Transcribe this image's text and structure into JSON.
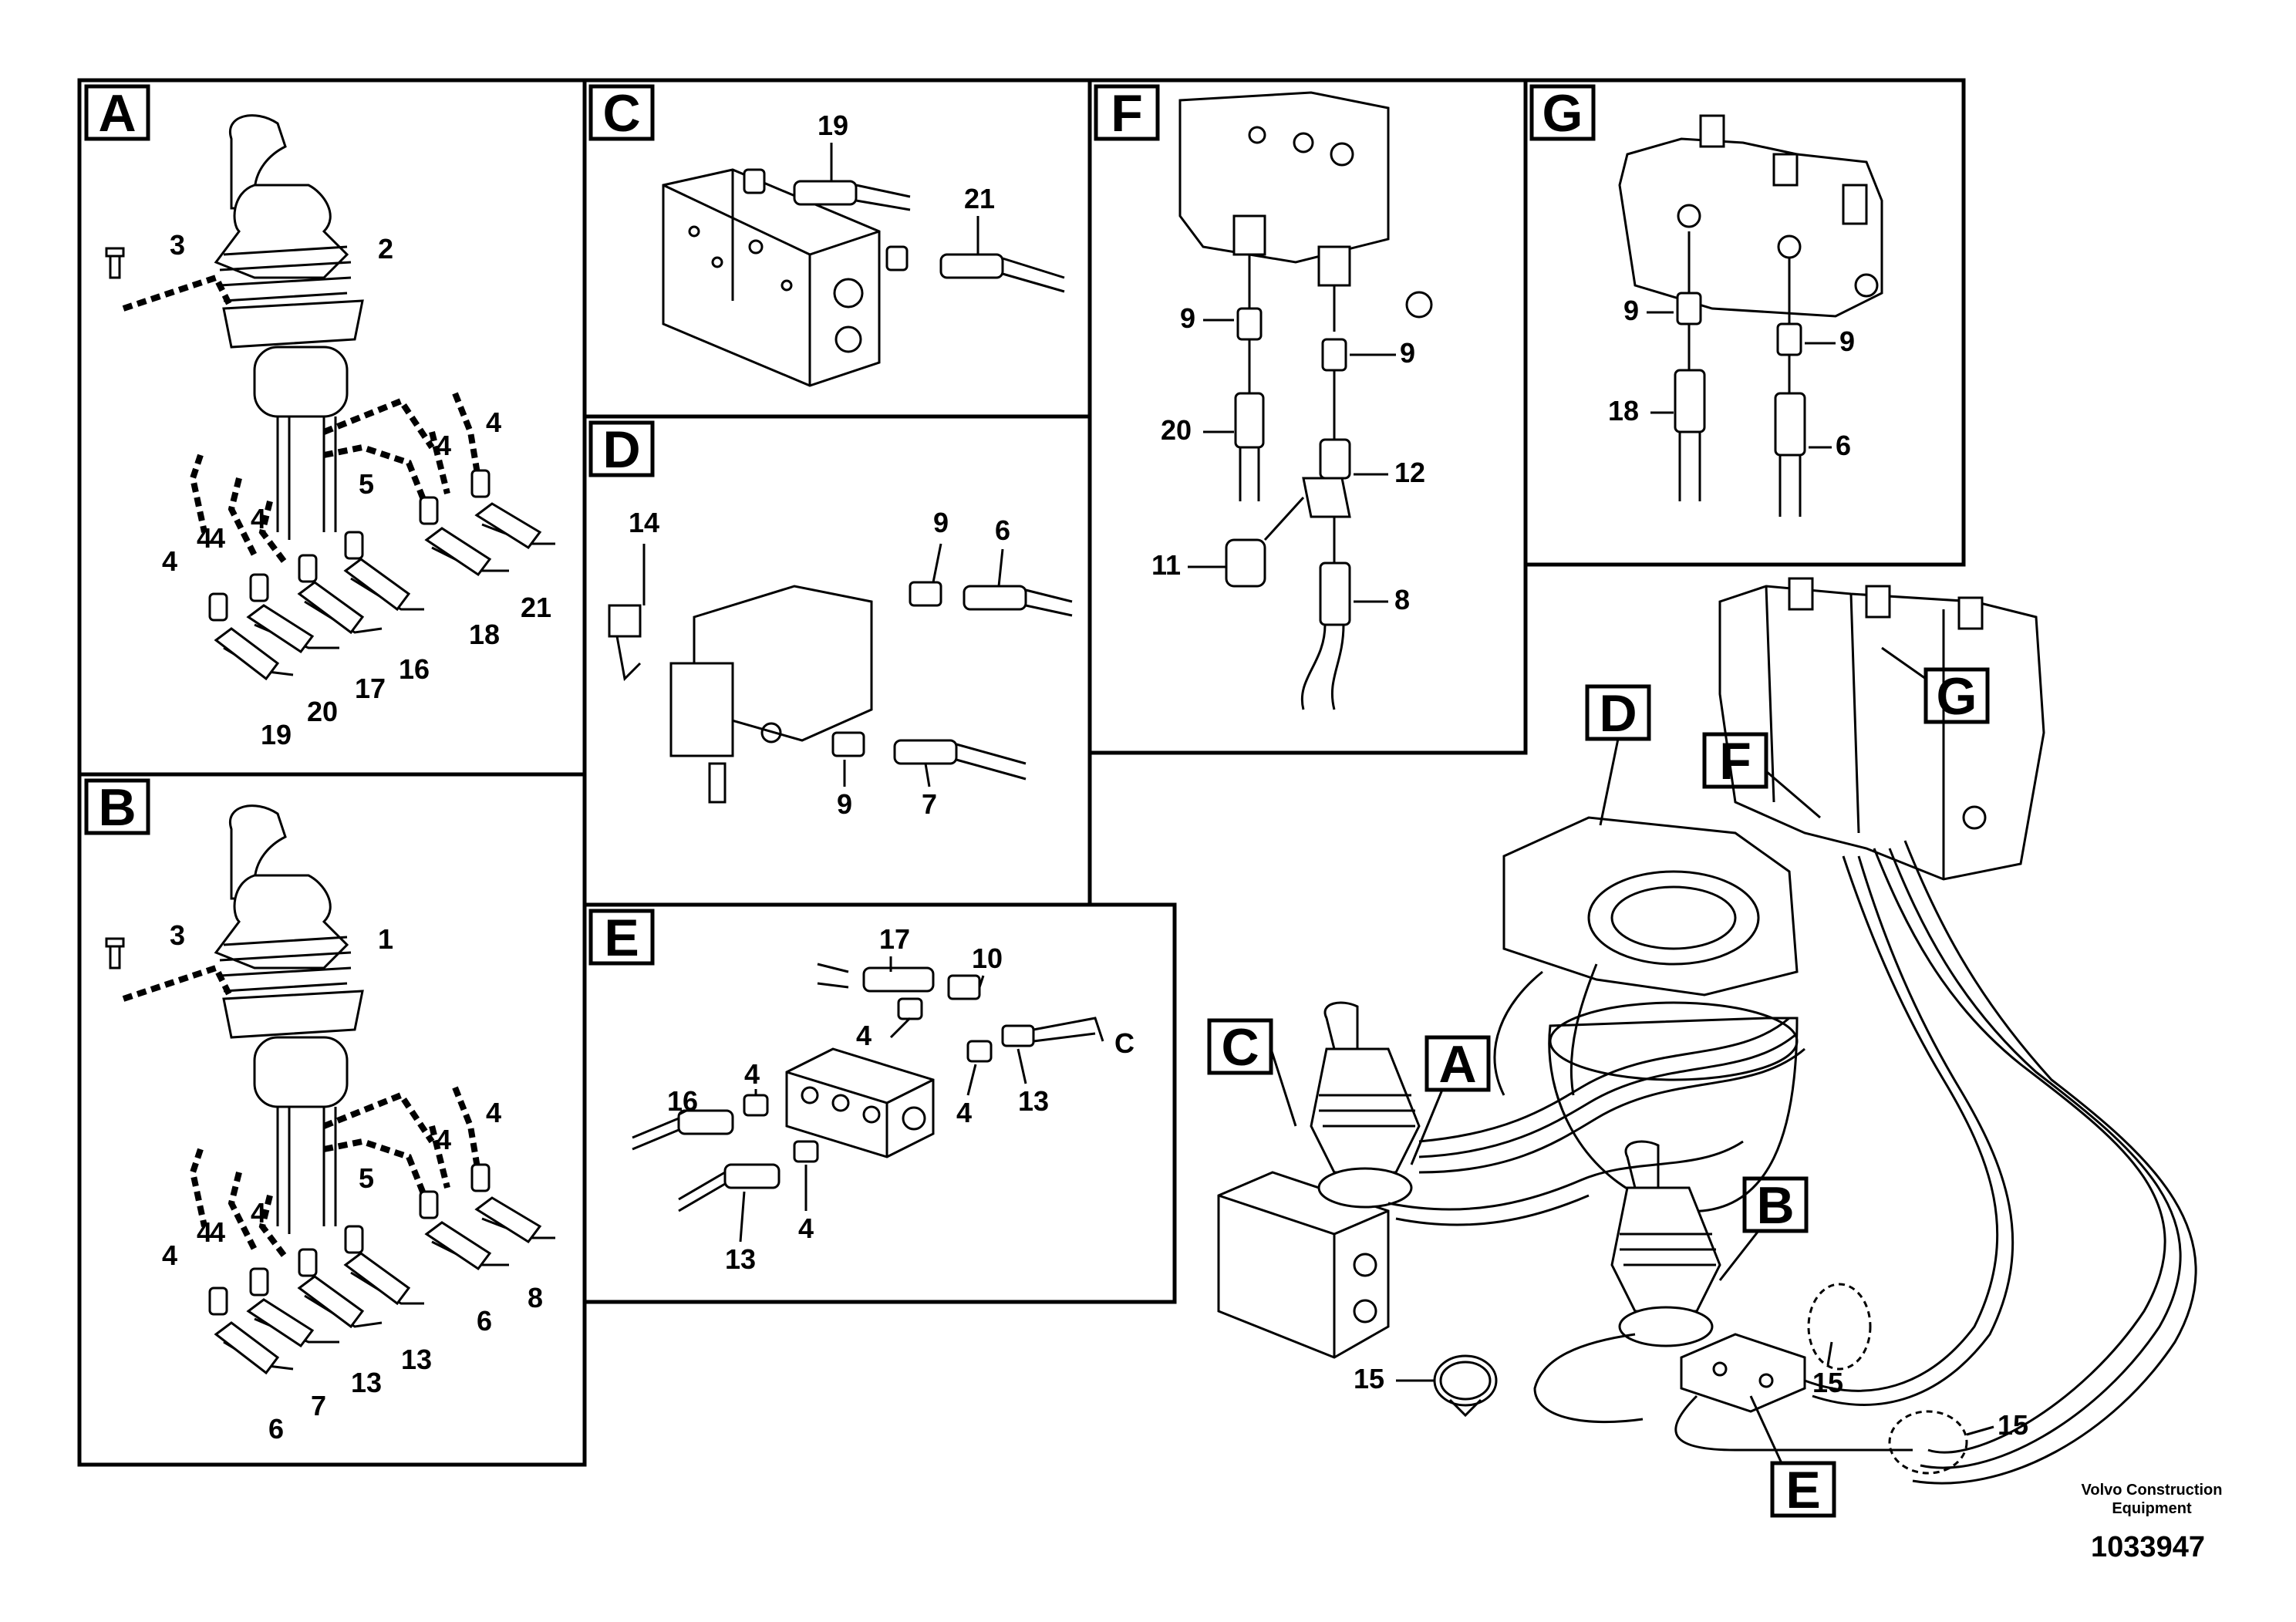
{
  "panels": {
    "A": {
      "tag": "A",
      "callouts": {
        "c1": "3",
        "c2": "2",
        "c3": "4",
        "c4": "5",
        "c5": "4",
        "c6": "4",
        "c7": "4",
        "c8": "4",
        "c9": "21",
        "c10": "18",
        "c11": "16",
        "c12": "17",
        "c13": "20",
        "c14": "19"
      }
    },
    "B": {
      "tag": "B",
      "callouts": {
        "c1": "3",
        "c2": "1",
        "c3": "4",
        "c4": "5",
        "c5": "4",
        "c6": "4",
        "c7": "4",
        "c8": "4",
        "c9": "8",
        "c10": "6",
        "c11": "13",
        "c12": "13",
        "c13": "7",
        "c14": "6"
      }
    },
    "C": {
      "tag": "C",
      "callouts": {
        "c1": "19",
        "c2": "21"
      }
    },
    "D": {
      "tag": "D",
      "callouts": {
        "c1": "14",
        "c2": "9",
        "c3": "6",
        "c4": "9",
        "c5": "7"
      }
    },
    "E": {
      "tag": "E",
      "callouts": {
        "c1": "17",
        "c2": "10",
        "c3": "4",
        "c4": "C",
        "c5": "16",
        "c6": "4",
        "c7": "4",
        "c8": "13",
        "c9": "13",
        "c10": "4"
      }
    },
    "F": {
      "tag": "F",
      "callouts": {
        "c1": "9",
        "c2": "9",
        "c3": "20",
        "c4": "12",
        "c5": "11",
        "c6": "8"
      }
    },
    "G": {
      "tag": "G",
      "callouts": {
        "c1": "9",
        "c2": "9",
        "c3": "18",
        "c4": "6"
      }
    }
  },
  "overview": {
    "tags": {
      "D": "D",
      "G": "G",
      "F": "F",
      "C": "C",
      "A": "A",
      "B": "B",
      "E": "E"
    },
    "callouts": {
      "c1": "15",
      "c2": "15",
      "c3": "15"
    }
  },
  "footer": {
    "brand_line1": "Volvo Construction",
    "brand_line2": "Equipment",
    "doc_number": "1033947"
  }
}
